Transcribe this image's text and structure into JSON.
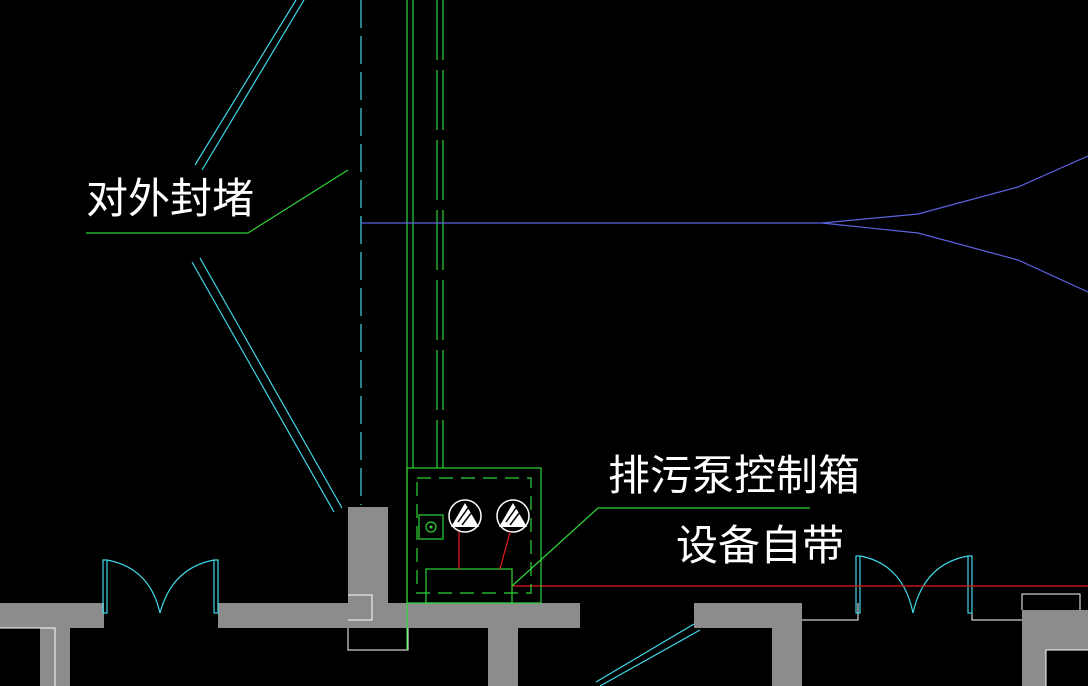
{
  "drawing": {
    "labels": {
      "external_seal": "对外封堵",
      "pump_control_box": "排污泵控制箱",
      "equipment_supplied": "设备自带"
    },
    "colors": {
      "background": "#000000",
      "wall_fill": "#8c8c8c",
      "cyan": "#3fd8e8",
      "green": "#2fd53a",
      "blue": "#5b63e0",
      "red": "#e81818",
      "white": "#ffffff"
    },
    "icons": {
      "pump_symbol": "pump-triangle-icon",
      "door_swing": "door-arc-icon",
      "outlet": "outlet-icon"
    }
  }
}
